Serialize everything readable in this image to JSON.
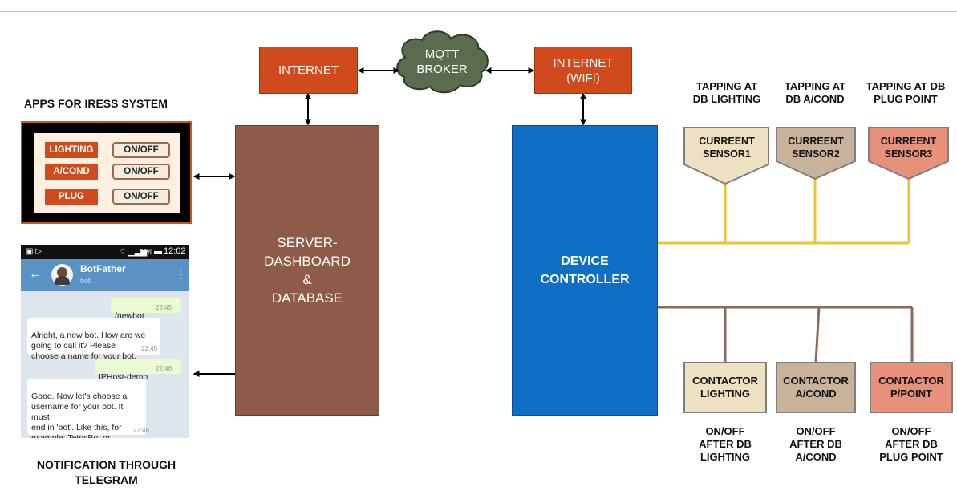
{
  "colors": {
    "internet": "#d04a1c",
    "server": "#8f5b49",
    "device": "#0f6fc6",
    "cloud": "#5a6b4e",
    "sensor_line": "#f0c238",
    "contactor_line": "#8b6a5c",
    "sensor1_fill": "#ede1c1",
    "sensor2_fill": "#c8b29a",
    "sensor3_fill": "#e8917a"
  },
  "apps_title": "APPS FOR IRESS SYSTEM",
  "apps": {
    "rows": [
      {
        "label": "LIGHTING",
        "toggle": "ON/OFF"
      },
      {
        "label": "A/COND",
        "toggle": "ON/OFF"
      },
      {
        "label": "PLUG",
        "toggle": "ON/OFF"
      }
    ]
  },
  "internet_left": "INTERNET",
  "internet_right": "INTERNET\n(WIFI)",
  "broker": "MQTT\nBROKER",
  "server": "SERVER-\nDASHBOARD\n&\nDATABASE",
  "device": "DEVICE\nCONTROLLER",
  "telegram_title": "NOTIFICATION THROUGH\nTELEGRAM",
  "phone": {
    "battery": "55%",
    "time": "12:02",
    "contact_name": "BotFather",
    "contact_sub": "bot",
    "messages": [
      {
        "dir": "out",
        "text": "/newbot",
        "time": "22:45"
      },
      {
        "dir": "in",
        "text": "Alright, a new bot. How are we\ngoing to call it? Please\nchoose a name for your bot.",
        "time": "22:45"
      },
      {
        "dir": "out",
        "text": "IPHost-demo",
        "time": "22:46"
      },
      {
        "dir": "in",
        "text": "Good. Now let's choose a\nusername for your bot. It must\nend in 'bot'. Like this, for\nexample: TetrisBot or\ntetris_bot.",
        "time": "22:46"
      }
    ]
  },
  "tappings": [
    "TAPPING AT\nDB LIGHTING",
    "TAPPING AT\nDB A/COND",
    "TAPPING AT DB\nPLUG POINT"
  ],
  "sensors": [
    "CURREENT\nSENSOR1",
    "CURREENT\nSENSOR2",
    "CURREENT\nSENSOR3"
  ],
  "contactors": [
    "CONTACTOR\nLIGHTING",
    "CONTACTOR\nA/COND",
    "CONTACTOR\nP/POINT"
  ],
  "outputs": [
    "ON/OFF\nAFTER DB\nLIGHTING",
    "ON/OFF\nAFTER DB\nA/COND",
    "ON/OFF\nAFTER DB\nPLUG POINT"
  ]
}
